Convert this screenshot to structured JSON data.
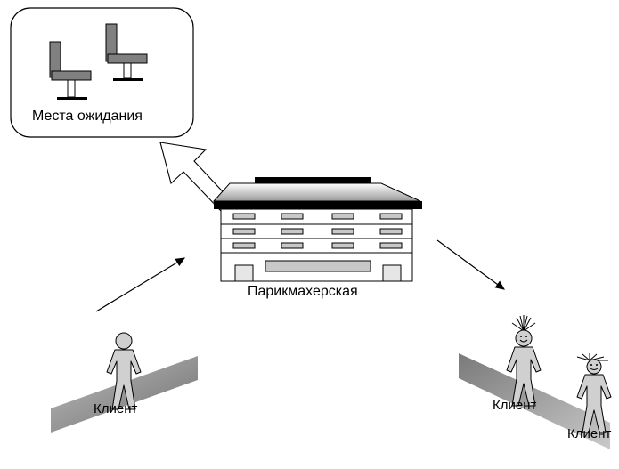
{
  "labels": {
    "waiting": "Места ожидания",
    "shop": "Парикмахерская",
    "client_left": "Клиент",
    "client_right_1": "Клиент",
    "client_right_2": "Клиент"
  },
  "colors": {
    "stroke": "#000000",
    "chair_fill": "#808080",
    "building_fill": "#ffffff",
    "window_fill": "#c8c8c8",
    "roof_dark": "#000000",
    "road_fill": "#8a8a8a"
  }
}
